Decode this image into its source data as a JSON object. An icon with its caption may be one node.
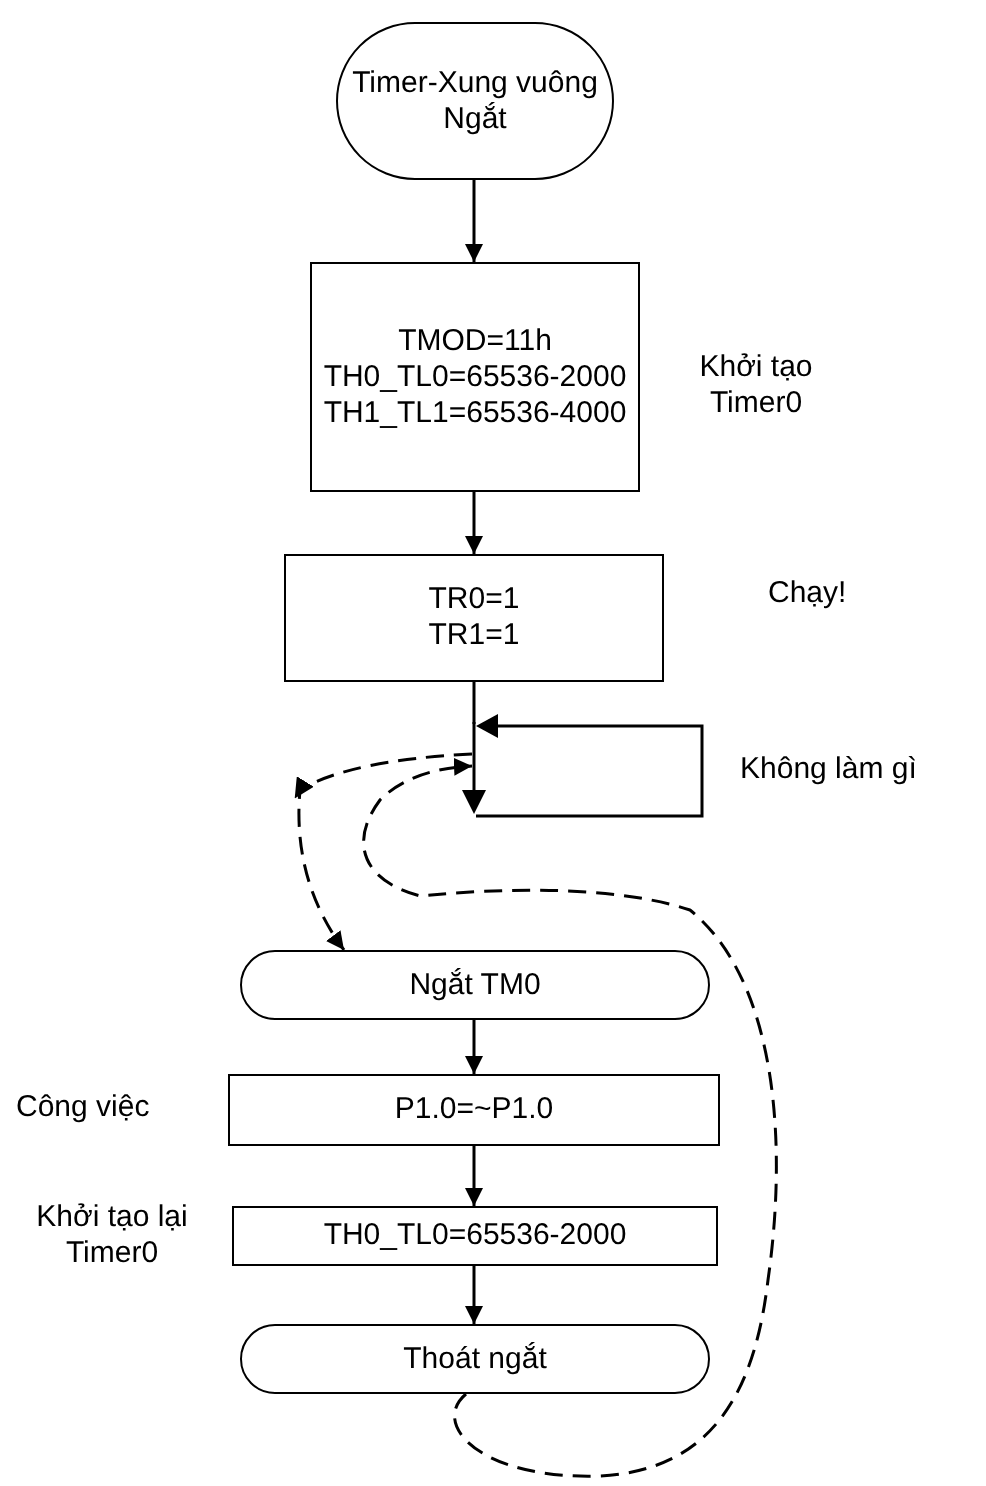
{
  "diagram": {
    "nodes": [
      {
        "text": [
          "Timer-Xung vuông Ngắt"
        ]
      },
      {
        "text": [
          "TMOD=11h TH0_TL0=65536-2000 TH1_TL1=65536-4000"
        ],
        "beside": [
          "Khởi tạo Timer0"
        ]
      },
      {
        "text": [
          "TR0=1 TR1=1"
        ],
        "beside": [
          "Chạy!"
        ]
      },
      {
        "text": [
          "Không làm gì"
        ]
      },
      {
        "text": [
          "Ngắt TM0"
        ]
      },
      {
        "text": [
          "P1.0=~P1.0"
        ],
        "beside": [
          "Công việc"
        ]
      },
      {
        "text": [
          "TH0_TL0=65536-2000"
        ],
        "beside": [
          "Khởi tạo lại Timer0"
        ]
      },
      {
        "text": [
          "Thoát ngắt"
        ]
      }
    ],
    "edges": [
      {
        "from": 0,
        "to": 1,
        "arrow": "to"
      },
      {
        "from": 1,
        "to": 2,
        "arrow": "to"
      },
      {
        "from": 2,
        "to": 3,
        "arrow": "none"
      },
      {
        "from": 3,
        "to": 4,
        "arrow": "to",
        "style": "dashed"
      },
      {
        "from": 4,
        "to": 5,
        "arrow": "to"
      },
      {
        "from": 5,
        "to": 6,
        "arrow": "to"
      },
      {
        "from": 6,
        "to": 7,
        "arrow": "to"
      },
      {
        "from": 7,
        "to": 3,
        "arrow": "to",
        "style": "dashed"
      }
    ]
  }
}
